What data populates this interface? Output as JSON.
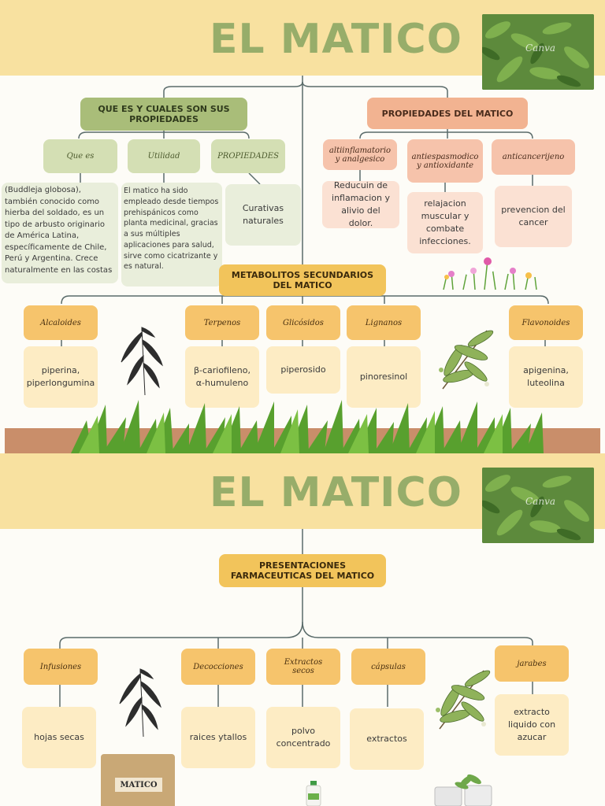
{
  "colors": {
    "title": "#97ad6a",
    "banner": "#f8e1a0",
    "green": "#a9bd79",
    "salmon": "#f2b391",
    "gold": "#f2c45b",
    "connector": "#5a6b6a"
  },
  "page1": {
    "title": "EL MATICO",
    "photo_caption": "Canva",
    "left_branch": {
      "header": "QUE ES Y CUALES SON SUS PROPIEDADES",
      "items": [
        {
          "label": "Que es",
          "text": "(Buddleja globosa), también conocido como hierba del soldado, es un tipo de arbusto originario de América Latina, específicamente de Chile, Perú y Argentina. Crece naturalmente en las costas"
        },
        {
          "label": "Utilidad",
          "text": "El matico ha sido empleado desde tiempos prehispánicos como planta medicinal, gracias a sus múltiples aplicaciones para salud, sirve como cicatrizante y es natural."
        },
        {
          "label": "PROPIEDADES",
          "text": "Curativas naturales"
        }
      ]
    },
    "right_branch": {
      "header": "PROPIEDADES DEL MATICO",
      "items": [
        {
          "label": "altiinflamatorio y analgesico",
          "text": "Reducuin de inflamacion y alivio del dolor."
        },
        {
          "label": "antiespasmodico y antioxidante",
          "text": "relajacion muscular y combate infecciones."
        },
        {
          "label": "anticancerijeno",
          "text": "prevencion del cancer"
        }
      ]
    },
    "metabolites": {
      "header": "METABOLITOS SECUNDARIOS DEL MATICO",
      "items": [
        {
          "label": "Alcaloides",
          "text": "piperina, piperlongumina"
        },
        {
          "label": "Terpenos",
          "text": "β-cariofileno, α-humuleno"
        },
        {
          "label": "Glicósidos",
          "text": "piperosido"
        },
        {
          "label": "Lignanos",
          "text": "pinoresinol"
        },
        {
          "label": "Flavonoides",
          "text": "apigenina, luteolina"
        }
      ]
    }
  },
  "page2": {
    "title": "EL MATICO",
    "photo_caption": "Canva",
    "header": "PRESENTACIONES FARMACEUTICAS DEL MATICO",
    "items": [
      {
        "label": "Infusiones",
        "text": "hojas secas"
      },
      {
        "label": "Decocciones",
        "text": "raices ytallos"
      },
      {
        "label": "Extractos secos",
        "text": "polvo concentrado"
      },
      {
        "label": "cápsulas",
        "text": "extractos"
      },
      {
        "label": "jarabes",
        "text": "extracto liquido con azucar"
      }
    ],
    "package_label": "MATICO"
  }
}
